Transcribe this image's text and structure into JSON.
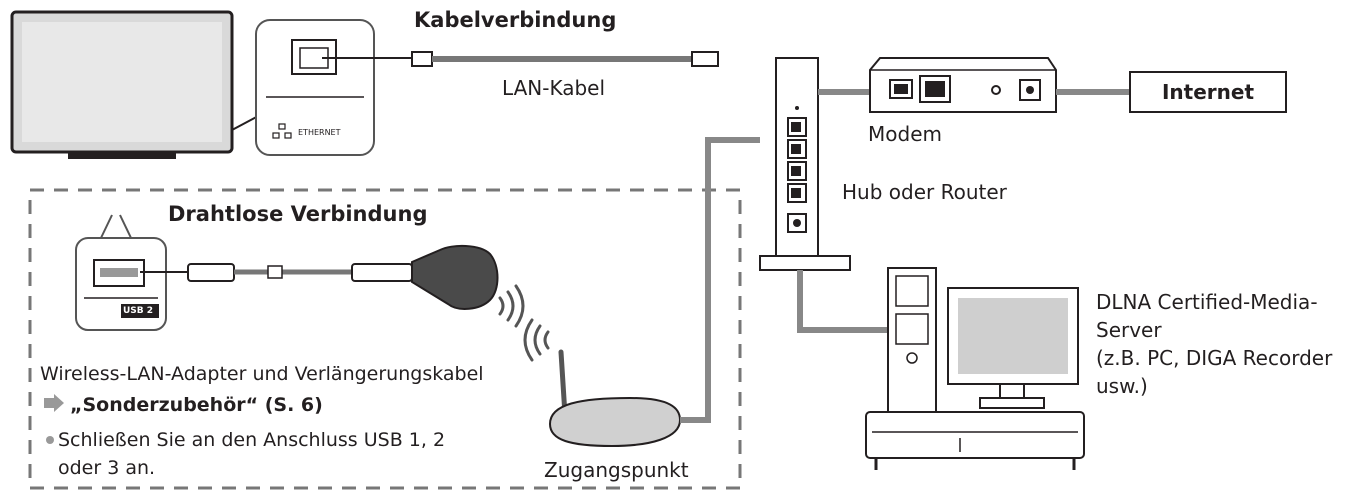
{
  "title_wired": "Kabelverbindung",
  "title_wireless": "Drahtlose Verbindung",
  "lan_cable": "LAN-Kabel",
  "ethernet_port_label": "ETHERNET",
  "usb_port_label": "USB 2",
  "modem": "Modem",
  "hub_router": "Hub oder Router",
  "internet": "Internet",
  "access_point": "Zugangspunkt",
  "wireless_adapter_line": "Wireless-LAN-Adapter und Verlängerungskabel",
  "accessory_ref": "„Sonderzubehör“ (S. 6)",
  "usb_note_line1": "Schließen Sie an den Anschluss USB 1, 2",
  "usb_note_line2": "oder 3 an.",
  "dlna_line1": "DLNA Certified-Media-",
  "dlna_line2": "Server",
  "dlna_line3": "(z.B. PC, DIGA Recorder",
  "dlna_line4": "usw.)"
}
